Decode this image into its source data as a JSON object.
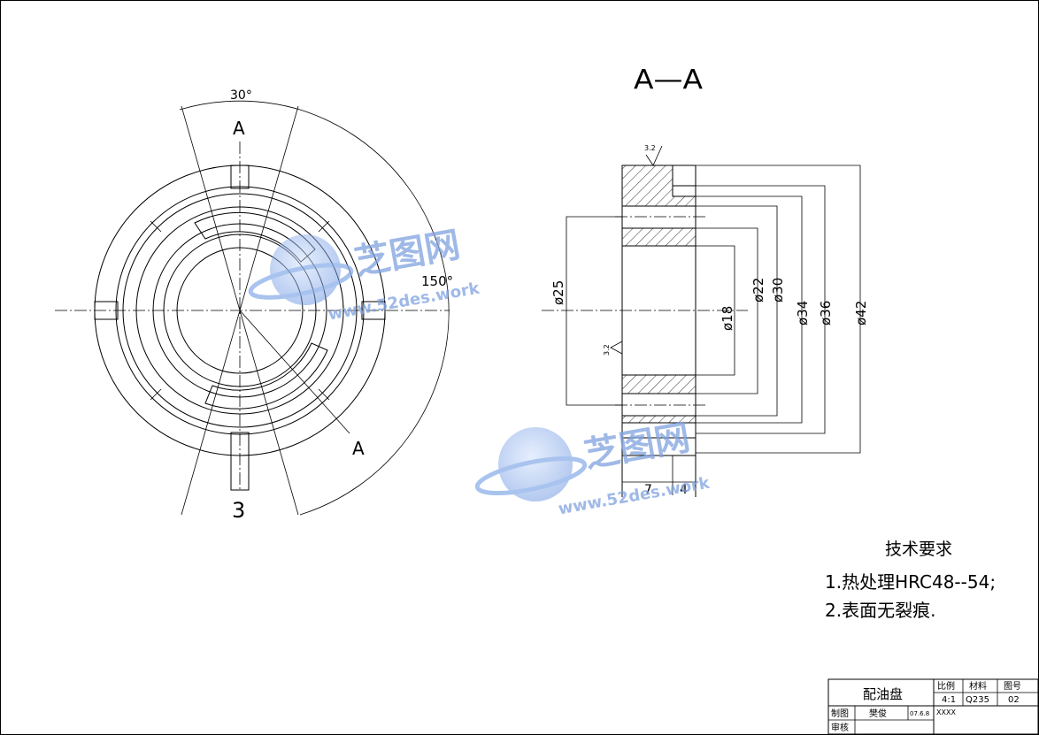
{
  "front_view": {
    "angle_top": "30°",
    "angle_side": "150°",
    "section_mark_top": "A",
    "section_mark_bottom": "A",
    "view_number": "3"
  },
  "section_view": {
    "title": "A—A",
    "roughness_top": "3.2",
    "roughness_side": "3.2",
    "dims": {
      "d25": "ø25",
      "d18": "ø18",
      "d22": "ø22",
      "d30": "ø30",
      "d34": "ø34",
      "d36": "ø36",
      "d42": "ø42",
      "w7": "7",
      "w4": "4"
    }
  },
  "tech_requirements": {
    "heading": "技术要求",
    "line1": "1.热处理HRC48--54;",
    "line2": "2.表面无裂痕."
  },
  "title_block": {
    "part_name": "配油盘",
    "scale_label": "比例",
    "material_label": "材料",
    "drawing_no_label": "图号",
    "scale": "4:1",
    "material": "Q235",
    "drawing_no": "02",
    "drawn_label": "制图",
    "drawn_by": "樊俊",
    "date": "07.6.8",
    "school": "XXXX",
    "checked_label": "审核"
  },
  "watermark": {
    "brand": "芝图网",
    "url": "www.52des.work"
  }
}
